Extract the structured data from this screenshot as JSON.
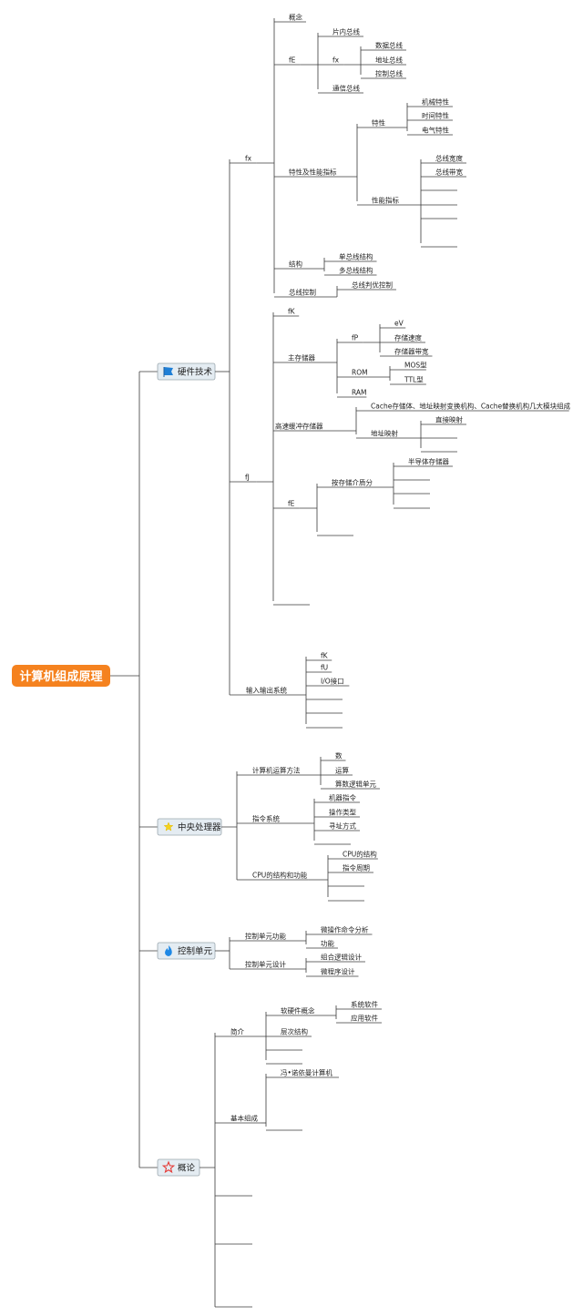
{
  "root": {
    "label": "计算机组成原理",
    "color": "#f5821f"
  },
  "colors": {
    "line": "#3a3a3a",
    "l1_fill": "#e4ecf2",
    "l1_stroke": "#9aa6ae"
  },
  "tree": [
    {
      "label": "硬件技术",
      "icon": "flag-icon",
      "children": [
        {
          "label": "fx",
          "children": [
            {
              "label": "概念"
            },
            {
              "label": "fE",
              "children": [
                {
                  "label": "片内总线"
                },
                {
                  "label": "fx",
                  "children": [
                    {
                      "label": "数据总线"
                    },
                    {
                      "label": "地址总线"
                    },
                    {
                      "label": "控制总线"
                    }
                  ]
                },
                {
                  "label": "通信总线"
                }
              ]
            },
            {
              "label": "特性及性能指标",
              "children": [
                {
                  "label": "特性",
                  "children": [
                    {
                      "label": "机械特性"
                    },
                    {
                      "label": "时间特性"
                    },
                    {
                      "label": "电气特性"
                    }
                  ]
                },
                {
                  "label": "性能指标",
                  "children": [
                    {
                      "label": "总线宽度"
                    },
                    {
                      "label": "总线带宽"
                    },
                    {
                      "label": ""
                    },
                    {
                      "label": ""
                    },
                    {
                      "label": ""
                    },
                    {
                      "label": ""
                    }
                  ]
                }
              ]
            },
            {
              "label": "结构",
              "children": [
                {
                  "label": "单总线结构"
                },
                {
                  "label": "多总线结构"
                }
              ]
            },
            {
              "label": "总线控制",
              "children": [
                {
                  "label": "总线判优控制"
                }
              ]
            }
          ]
        },
        {
          "label": "fJ",
          "children": [
            {
              "label": "fK"
            },
            {
              "label": "主存储器",
              "children": [
                {
                  "label": "fP",
                  "children": [
                    {
                      "label": "eV"
                    },
                    {
                      "label": "存储速度"
                    },
                    {
                      "label": "存储器带宽"
                    }
                  ]
                },
                {
                  "label": "ROM",
                  "children": [
                    {
                      "label": "MOS型"
                    },
                    {
                      "label": "TTL型"
                    }
                  ]
                },
                {
                  "label": "RAM"
                }
              ]
            },
            {
              "label": "高速缓冲存储器",
              "children": [
                {
                  "label": "Cache存储体、地址映射变换机构、Cache替换机构几大模块组成"
                },
                {
                  "label": "地址映射",
                  "children": [
                    {
                      "label": "直接映射"
                    },
                    {
                      "label": ""
                    },
                    {
                      "label": ""
                    }
                  ]
                }
              ]
            },
            {
              "label": "fE",
              "children": [
                {
                  "label": "按存储介质分",
                  "children": [
                    {
                      "label": "半导体存储器"
                    },
                    {
                      "label": ""
                    },
                    {
                      "label": ""
                    },
                    {
                      "label": ""
                    }
                  ]
                },
                {
                  "label": ""
                }
              ]
            },
            {
              "label": ""
            }
          ]
        },
        {
          "label": "输入输出系统",
          "children": [
            {
              "label": "fK"
            },
            {
              "label": "fU"
            },
            {
              "label": "I/O接口"
            },
            {
              "label": ""
            },
            {
              "label": ""
            },
            {
              "label": ""
            }
          ]
        }
      ]
    },
    {
      "label": "中央处理器",
      "icon": "star-yellow-icon",
      "children": [
        {
          "label": "计算机运算方法",
          "children": [
            {
              "label": "数"
            },
            {
              "label": "运算"
            },
            {
              "label": "算数逻辑单元"
            }
          ]
        },
        {
          "label": "指令系统",
          "children": [
            {
              "label": "机器指令"
            },
            {
              "label": "操作类型"
            },
            {
              "label": "寻址方式"
            },
            {
              "label": ""
            }
          ]
        },
        {
          "label": "CPU的结构和功能",
          "children": [
            {
              "label": "CPU的结构"
            },
            {
              "label": "指令周期"
            },
            {
              "label": ""
            },
            {
              "label": ""
            }
          ]
        }
      ]
    },
    {
      "label": "控制单元",
      "icon": "fire-icon",
      "children": [
        {
          "label": "控制单元功能",
          "children": [
            {
              "label": "微操作命令分析"
            },
            {
              "label": "功能"
            }
          ]
        },
        {
          "label": "控制单元设计",
          "children": [
            {
              "label": "组合逻辑设计"
            },
            {
              "label": "微程序设计"
            }
          ]
        }
      ]
    },
    {
      "label": "概论",
      "icon": "star-outline-icon",
      "children": [
        {
          "label": "简介",
          "children": [
            {
              "label": "软硬件概念",
              "children": [
                {
                  "label": "系统软件"
                },
                {
                  "label": "应用软件"
                }
              ]
            },
            {
              "label": "层次结构"
            },
            {
              "label": ""
            },
            {
              "label": ""
            }
          ]
        },
        {
          "label": "基本组成",
          "children": [
            {
              "label": "冯•诺依曼计算机"
            },
            {
              "label": ""
            }
          ]
        },
        {
          "label": ""
        },
        {
          "label": ""
        },
        {
          "label": ""
        }
      ]
    }
  ]
}
